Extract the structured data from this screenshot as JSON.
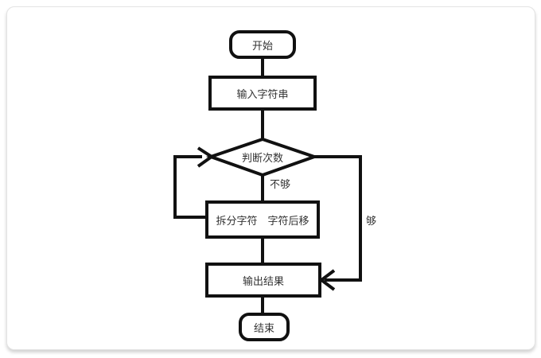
{
  "diagram": {
    "type": "flowchart",
    "nodes": {
      "start": {
        "label": "开始",
        "shape": "rounded-rect"
      },
      "input": {
        "label": "输入字符串",
        "shape": "rect"
      },
      "decision": {
        "label": "判断次数",
        "shape": "diamond"
      },
      "split": {
        "label": "拆分字符　字符后移",
        "shape": "rect"
      },
      "output": {
        "label": "输出结果",
        "shape": "rect"
      },
      "end": {
        "label": "结束",
        "shape": "rounded-rect"
      }
    },
    "edge_labels": {
      "not_enough": "不够",
      "enough": "够"
    },
    "colors": {
      "stroke": "#111111",
      "text": "#333333",
      "card_background": "#ffffff",
      "card_border": "#e3e3e3"
    }
  }
}
